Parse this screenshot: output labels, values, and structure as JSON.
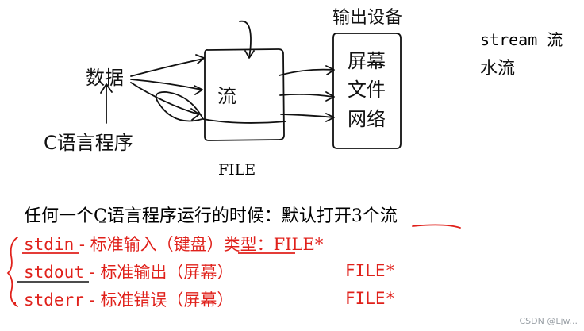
{
  "diagram": {
    "output_devices_title": "输出设备",
    "stream_note_line1": "stream 流",
    "stream_note_line2": "水流",
    "data_label": "数据",
    "c_program_label": "C语言程序",
    "center_box_label": "流",
    "device_items": [
      "屏幕",
      "文件",
      "网络"
    ],
    "file_label": "FILE"
  },
  "notes": {
    "intro": "任何一个C语言程序运行的时候：默认打开3个流",
    "streams": [
      {
        "name": "stdin",
        "desc": "- 标准输入（键盘）类型：FILE*"
      },
      {
        "name": "stdout",
        "desc": "- 标准输出（屏幕）",
        "type": "FILE*"
      },
      {
        "name": "stderr",
        "desc": "- 标准错误（屏幕）",
        "type": "FILE*"
      }
    ]
  },
  "watermark": "CSDN @Ljw...",
  "colors": {
    "ink": "#111111",
    "red": "#e0211b",
    "watermark": "#9aa0a6"
  }
}
